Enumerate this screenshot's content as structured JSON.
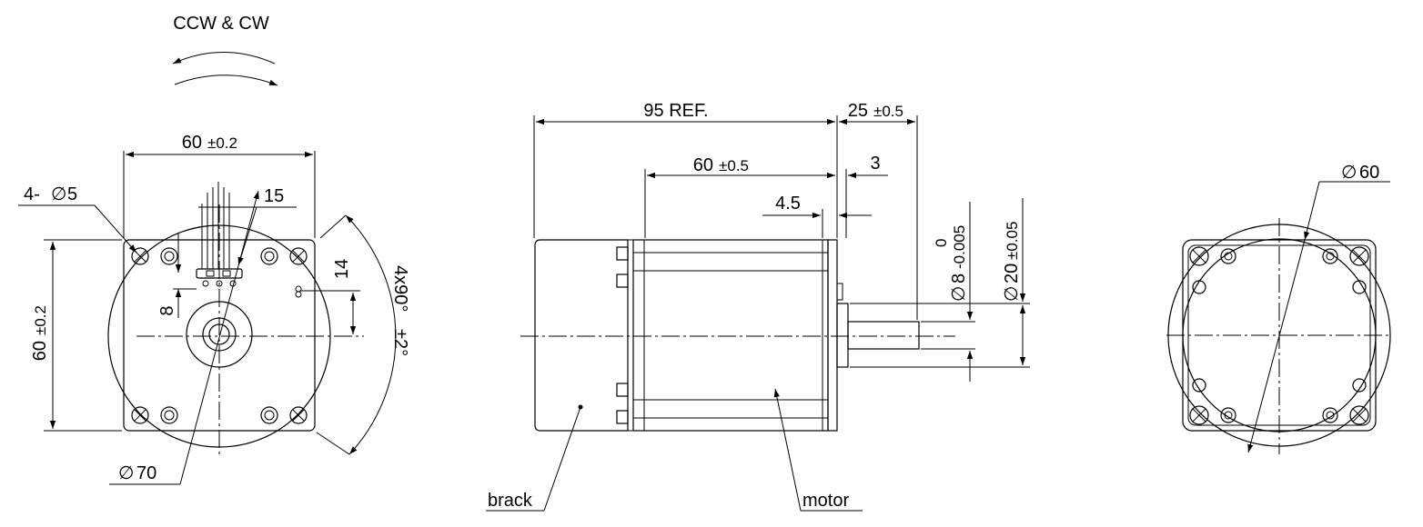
{
  "rotation_label": "CCW & CW",
  "front_view": {
    "width_label": "60",
    "width_tol": "±0.2",
    "height_label": "60",
    "height_tol": "±0.2",
    "holes_label": "4-",
    "holes_dia": "5",
    "pcd_label": "70",
    "connector_width": "15",
    "connector_height": "14",
    "connector_offset": "8",
    "angle_label": "4x90°",
    "angle_tol": "±2°"
  },
  "side_view": {
    "overall_label": "95 REF.",
    "shaft_len": "25",
    "shaft_len_tol": "±0.5",
    "body_len": "60",
    "body_len_tol": "±0.5",
    "flange_thk": "3",
    "flange_offset": "4.5",
    "shaft_dia": "8",
    "shaft_dia_tol_upper": "0",
    "shaft_dia_tol_lower": "-0.005",
    "pilot_dia": "20",
    "pilot_dia_tol": "±0.05",
    "callout_brack": "brack",
    "callout_motor": "motor"
  },
  "rear_view": {
    "dia_label": "60"
  },
  "symbols": {
    "diameter": "∅"
  }
}
